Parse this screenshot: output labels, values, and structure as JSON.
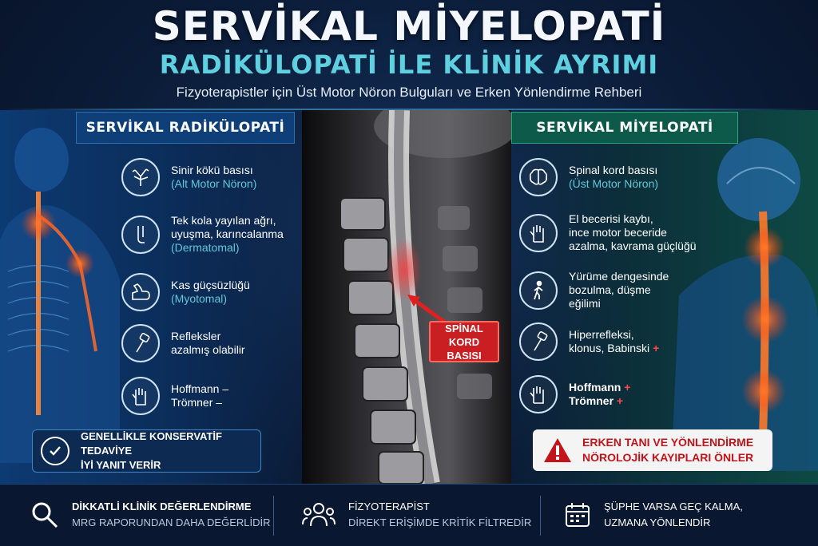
{
  "header": {
    "title": "SERVİKAL MİYELOPATİ",
    "subtitle": "RADİKÜLOPATİ İLE KLİNİK AYRIMI",
    "tagline": "Fizyoterapistler için Üst Motor Nöron Bulguları ve Erken Yönlendirme Rehberi"
  },
  "left": {
    "heading": "SERVİKAL RADİKÜLOPATİ",
    "items": [
      {
        "icon": "nerve-root-icon",
        "line1": "Sinir kökü basısı",
        "line2": "",
        "line3": "",
        "sub": "(Alt Motor Nöron)"
      },
      {
        "icon": "arm-icon",
        "line1": "Tek kola yayılan ağrı,",
        "line2": "uyuşma, karıncalanma",
        "line3": "",
        "sub": "(Dermatomal)"
      },
      {
        "icon": "flexed-arm-icon",
        "line1": "Kas güçsüzlüğü",
        "line2": "",
        "line3": "",
        "sub": "(Myotomal)"
      },
      {
        "icon": "reflex-hammer-icon",
        "line1": "Refleksler",
        "line2": "azalmış olabilir",
        "line3": "",
        "sub": ""
      },
      {
        "icon": "hand-icon",
        "line1": "Hoffmann –",
        "line2": "Trömner –",
        "line3": "",
        "sub": ""
      }
    ],
    "note": {
      "line1": "GENELLİKLE KONSERVATİF TEDAVİYE",
      "line2": "İYİ YANIT VERİR"
    }
  },
  "right": {
    "heading": "SERVİKAL MİYELOPATİ",
    "items": [
      {
        "icon": "brain-icon",
        "line1": "Spinal kord basısı",
        "line2": "",
        "line3": "",
        "sub": "(Üst Motor Nöron)"
      },
      {
        "icon": "hand-icon",
        "line1": "El becerisi kaybı,",
        "line2": "ince motor beceride",
        "line3": "azalma, kavrama güçlüğü",
        "sub": ""
      },
      {
        "icon": "walking-icon",
        "line1": "Yürüme dengesinde",
        "line2": "bozulma, düşme",
        "line3": "eğilimi",
        "sub": ""
      },
      {
        "icon": "reflex-hammer-icon",
        "line1": "Hiperrefleksi,",
        "line2": "klonus, Babinski",
        "line3": "",
        "sub": ""
      },
      {
        "icon": "hand-icon",
        "line1": "Hoffmann",
        "line2": "Trömner",
        "line3": "",
        "sub": ""
      }
    ],
    "plus": "+",
    "note": {
      "line1": "ERKEN TANI VE YÖNLENDİRME",
      "line2": "NÖROLOJİK KAYIPLARI ÖNLER"
    }
  },
  "mri": {
    "label_line1": "SPİNAL KORD",
    "label_line2": "BASISI"
  },
  "footer": [
    {
      "icon": "search-icon",
      "line1": "DİKKATLİ KLİNİK DEĞERLENDİRME",
      "line2": "MRG RAPORUNDAN DAHA DEĞERLİDİR"
    },
    {
      "icon": "team-icon",
      "line1": "FİZYOTERAPİST",
      "line2": "DİREKT ERİŞİMDE KRİTİK FİLTREDİR"
    },
    {
      "icon": "calendar-icon",
      "line1": "ŞÜPHE VARSA GEÇ KALMA,",
      "line2": "UZMANA YÖNLENDİR"
    }
  ],
  "colors": {
    "accent_cyan": "#5fd0e0",
    "left_panel": "#0e3f78",
    "right_panel": "#0e5a4a",
    "alert_red": "#c91f22"
  }
}
